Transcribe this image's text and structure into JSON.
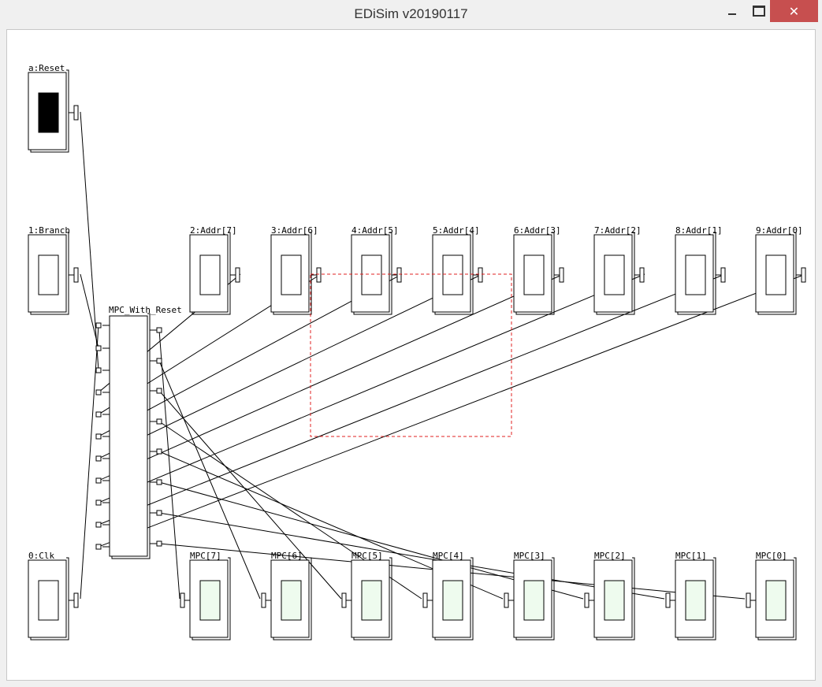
{
  "window": {
    "title": "EDiSim v20190117",
    "buttons": [
      "minimize",
      "maximize",
      "close"
    ],
    "close_color": "#c74f4f"
  },
  "labels": {
    "reset": "a:Reset",
    "branch": "1:Branch",
    "clk": "0:Clk",
    "mpc_block": "MPC_With_Reset",
    "addr": [
      "2:Addr[7]",
      "3:Addr[6]",
      "4:Addr[5]",
      "5:Addr[4]",
      "6:Addr[3]",
      "7:Addr[2]",
      "8:Addr[1]",
      "9:Addr[0]"
    ],
    "mpc": [
      "MPC[7]",
      "MPC[6]",
      "MPC[5]",
      "MPC[4]",
      "MPC[3]",
      "MPC[2]",
      "MPC[1]",
      "MPC[0]"
    ]
  },
  "state": {
    "reset_on": true,
    "output_led_color": "#eefbee",
    "selection_color": "#e02020"
  }
}
